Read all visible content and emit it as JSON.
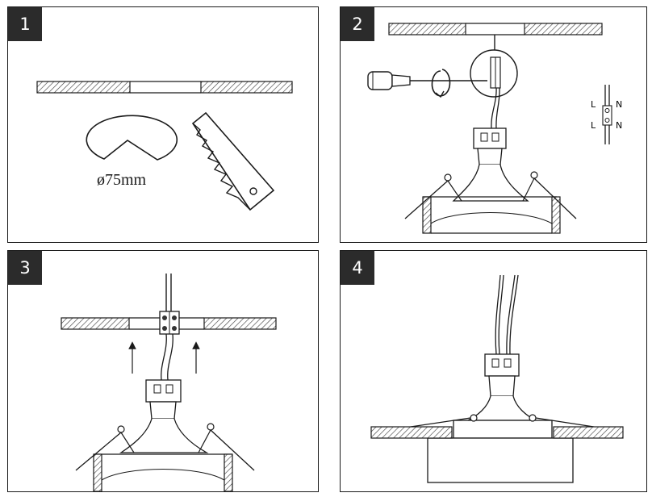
{
  "panels": [
    {
      "step": "1",
      "dimension": "ø75mm"
    },
    {
      "step": "2",
      "wire_labels": {
        "left_top": "L",
        "right_top": "N",
        "left_bottom": "L",
        "right_bottom": "N"
      }
    },
    {
      "step": "3"
    },
    {
      "step": "4"
    }
  ],
  "colors": {
    "line": "#1a1a1a",
    "badge": "#2b2b2b",
    "hatch": "#555555"
  }
}
